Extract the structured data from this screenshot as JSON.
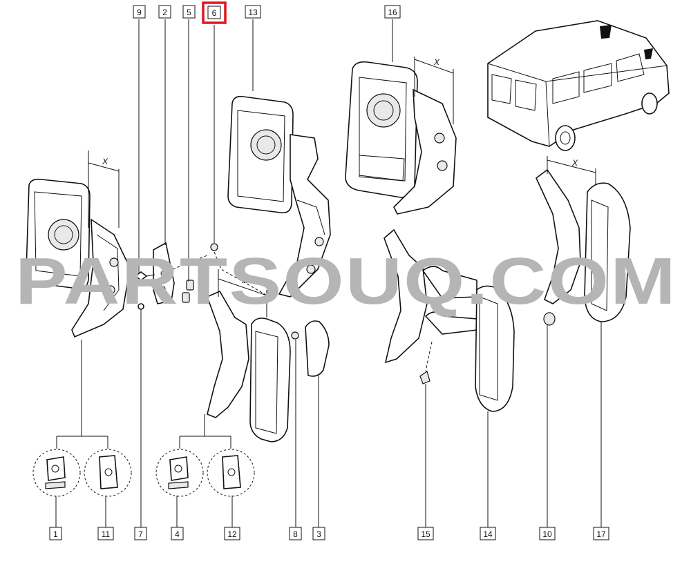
{
  "watermark": "PARTSOUQ.COM",
  "dimension_label": "X",
  "callouts": {
    "n1": "1",
    "n2": "2",
    "n3": "3",
    "n4": "4",
    "n5": "5",
    "n6": "6",
    "n7": "7",
    "n8": "8",
    "n9": "9",
    "n10": "10",
    "n11": "11",
    "n12": "12",
    "n13": "13",
    "n14": "14",
    "n15": "15",
    "n16": "16",
    "n17": "17"
  },
  "highlighted_callout": "6",
  "colors": {
    "highlight": "#e0161e",
    "line": "#111111",
    "watermark": "#b5b5b5"
  }
}
